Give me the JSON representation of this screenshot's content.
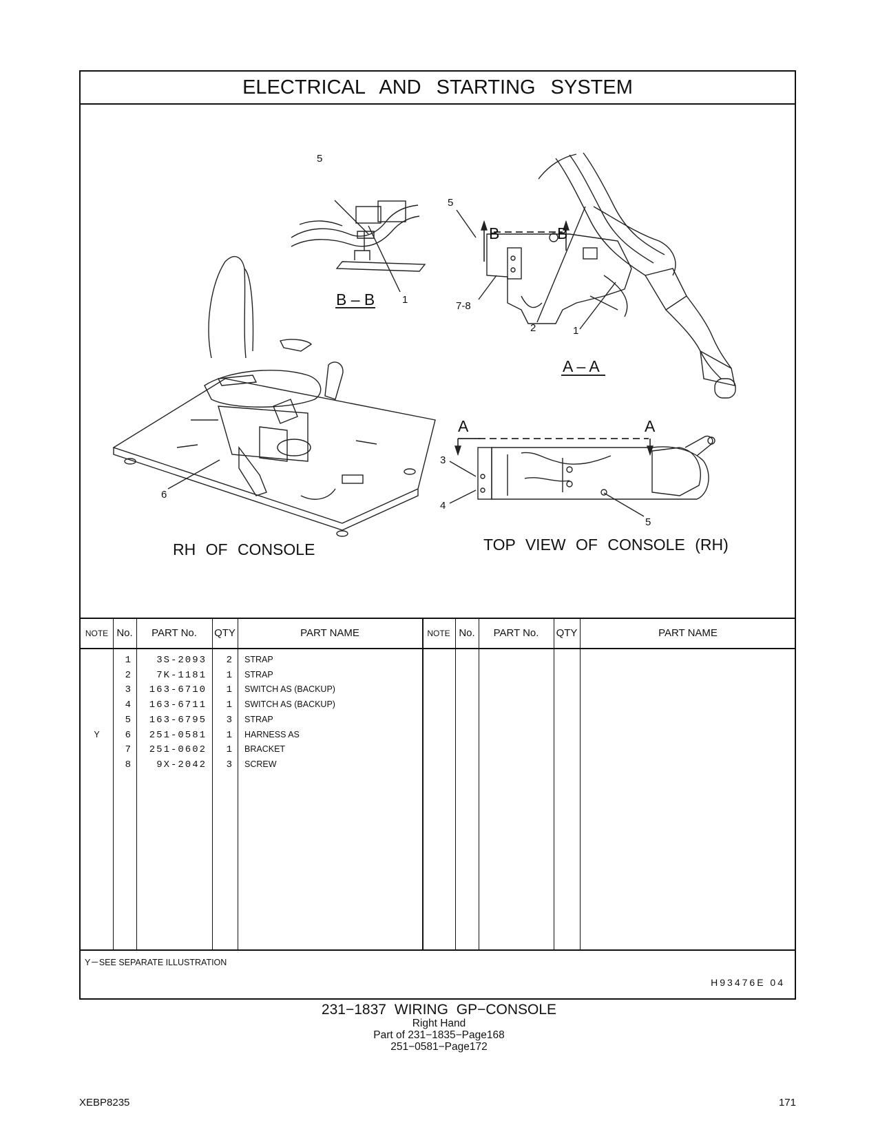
{
  "header": {
    "title": "ELECTRICAL  AND  STARTING  SYSTEM"
  },
  "illustration": {
    "section_bb": "B – B",
    "section_aa": "A – A",
    "caption_left": "RH  OF  CONSOLE",
    "caption_right": "TOP  VIEW  OF  CONSOLE (RH)",
    "marker_a": "A",
    "marker_b": "B",
    "callouts": [
      "5",
      "1",
      "5",
      "7-8",
      "2",
      "1",
      "6",
      "3",
      "4",
      "5"
    ]
  },
  "table": {
    "headers": {
      "note": "NOTE",
      "no": "No.",
      "part_no": "PART No.",
      "qty": "QTY",
      "part_name": "PART NAME"
    },
    "rows": [
      {
        "note": "",
        "no": "1",
        "part_no": "3S-2093",
        "qty": "2",
        "name": "STRAP"
      },
      {
        "note": "",
        "no": "2",
        "part_no": "7K-1181",
        "qty": "1",
        "name": "STRAP"
      },
      {
        "note": "",
        "no": "3",
        "part_no": "163-6710",
        "qty": "1",
        "name": "SWITCH  AS (BACKUP)"
      },
      {
        "note": "",
        "no": "4",
        "part_no": "163-6711",
        "qty": "1",
        "name": "SWITCH  AS (BACKUP)"
      },
      {
        "note": "",
        "no": "5",
        "part_no": "163-6795",
        "qty": "3",
        "name": "STRAP"
      },
      {
        "note": "Y",
        "no": "6",
        "part_no": "251-0581",
        "qty": "1",
        "name": "HARNESS  AS"
      },
      {
        "note": "",
        "no": "7",
        "part_no": "251-0602",
        "qty": "1",
        "name": "BRACKET"
      },
      {
        "note": "",
        "no": "8",
        "part_no": "9X-2042",
        "qty": "3",
        "name": "SCREW"
      }
    ],
    "footnote": "Y－SEE  SEPARATE  ILLUSTRATION",
    "illustration_code": "H93476E    04"
  },
  "group": {
    "title": "231−1837  WIRING  GP−CONSOLE",
    "line1": "Right  Hand",
    "line2": "Part of 231−1835−Page168",
    "line3": "251−0581−Page172"
  },
  "footer": {
    "doc_id": "XEBP8235",
    "page_number": "171"
  }
}
